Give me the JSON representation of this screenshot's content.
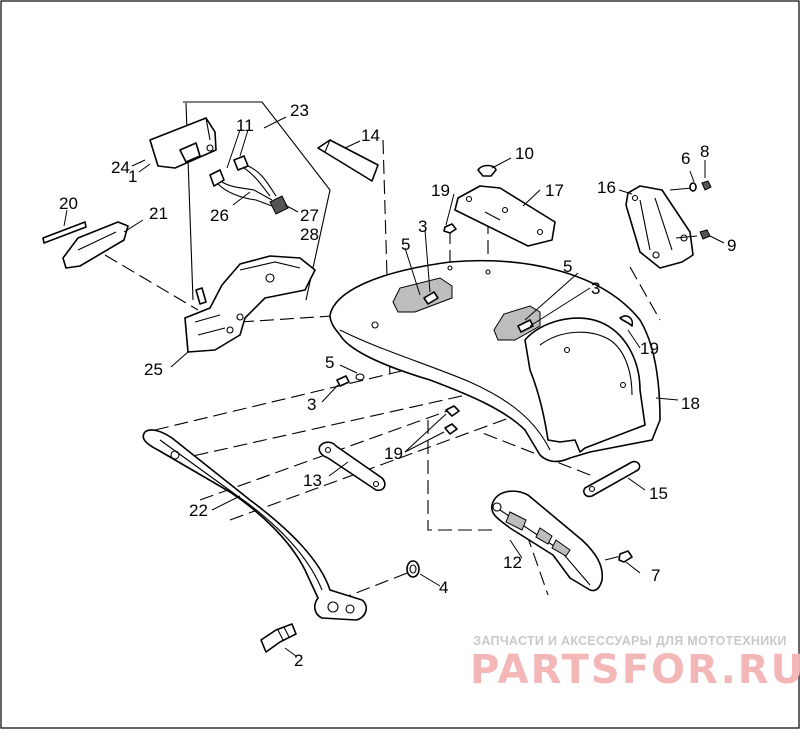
{
  "diagram": {
    "callouts": [
      "1",
      "2",
      "3",
      "3",
      "3",
      "4",
      "5",
      "5",
      "5",
      "7",
      "8",
      "9",
      "10",
      "11",
      "12",
      "13",
      "14",
      "15",
      "16",
      "17",
      "18",
      "19",
      "19",
      "19",
      "20",
      "21",
      "22",
      "23",
      "24",
      "25",
      "26",
      "27",
      "28",
      "6"
    ]
  },
  "watermark": {
    "line1": "ЗАПЧАСТИ И АКСЕССУАРЫ ДЛЯ МОТОТЕХНИКИ",
    "line2": "PARTSFOR.RU"
  }
}
